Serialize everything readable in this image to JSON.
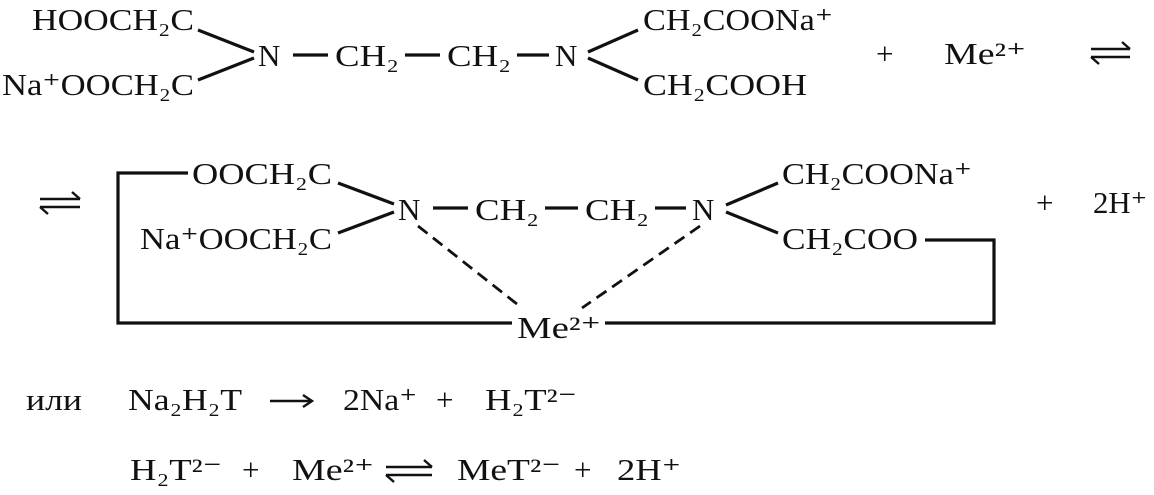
{
  "reaction1": {
    "left_top_group": "HOOCH₂C",
    "left_bottom_group": "Na⁺OOCH₂C",
    "n_left": "N",
    "ch2_a": "CH₂",
    "ch2_b": "CH₂",
    "n_right": "N",
    "right_top_group": "CH₂COONa⁺",
    "right_bottom_group": "CH₂COOH",
    "plus": "+",
    "metal": "Me²⁺"
  },
  "reaction2": {
    "left_top_group": "OOCH₂C",
    "left_bottom_group": "Na⁺OOCH₂C",
    "n_left": "N",
    "ch2_a": "CH₂",
    "ch2_b": "CH₂",
    "n_right": "N",
    "right_top_group": "CH₂COONa⁺",
    "right_bottom_group": "CH₂COO",
    "metal": "Me²⁺",
    "plus": "+",
    "product": "2H⁺"
  },
  "equation3": {
    "prefix": "или",
    "reactant": "Na₂H₂T",
    "product_a": "2Na⁺",
    "plus": "+",
    "product_b": "H₂T²⁻"
  },
  "equation4": {
    "reactant_a": "H₂T²⁻",
    "plus_a": "+",
    "reactant_b": "Me²⁺",
    "product_a": "MeT²⁻",
    "plus_b": "+",
    "product_b": "2H⁺"
  }
}
